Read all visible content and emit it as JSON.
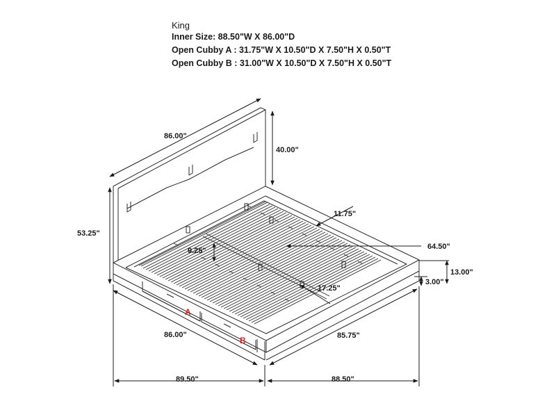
{
  "header": {
    "title": "King",
    "specs": [
      "Inner Size: 88.50\"W X 86.00\"D",
      "Open Cubby A : 31.75\"W X 10.50\"D X 7.50\"H X 0.50\"T",
      "Open Cubby B : 31.00\"W X 10.50\"D X 7.50\"H X 0.50\"T"
    ]
  },
  "dimensions": {
    "headboard_width": "86.00\"",
    "headboard_height": "40.00\"",
    "overall_height": "53.25\"",
    "rail_depth": "11.75\"",
    "slat_height": "9.25\"",
    "slat_span": "64.50\"",
    "side_height": "13.00\"",
    "platform_height": "3.00\"",
    "center_support": "17.25\"",
    "front_length": "86.00\"",
    "side_length": "85.75\"",
    "overall_length": "89.50\"",
    "overall_width": "88.50\""
  },
  "cubbies": {
    "a": "A",
    "b": "B"
  }
}
